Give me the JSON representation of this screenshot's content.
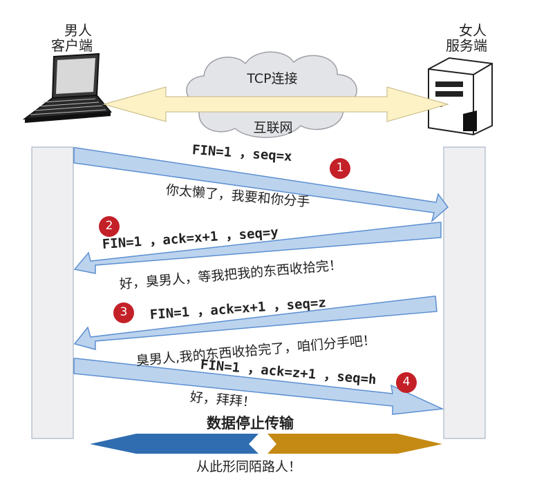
{
  "client": {
    "role": "男人",
    "name": "客户端"
  },
  "server": {
    "role": "女人",
    "name": "服务端"
  },
  "cloud": {
    "label": "TCP连接",
    "sublabel": "互联网"
  },
  "steps": [
    {
      "number": "1",
      "signal": "FIN=1 ，seq=x",
      "message": "你太懒了，我要和你分手"
    },
    {
      "number": "2",
      "signal": "FIN=1 ，ack=x+1 ，seq=y",
      "message": "好，臭男人，等我把我的东西收拾完！"
    },
    {
      "number": "3",
      "signal": "FIN=1 ，ack=x+1 ，seq=z",
      "message": "臭男人,我的东西收拾完了，咱们分手吧！"
    },
    {
      "number": "4",
      "signal": "FIN=1 ，ack=z+1 ，seq=h",
      "message": "好，拜拜！"
    }
  ],
  "footer": {
    "title": "数据停止传输",
    "caption": "从此形同陌路人！"
  },
  "colors": {
    "arrow_fill": "#bcd3ee",
    "arrow_stroke": "#5b8fd0",
    "badge": "#c42028",
    "timeline": "#efeff1",
    "left_split": "#2f6db0",
    "right_split": "#c58a14",
    "connection_arrow": "#fdf2c6"
  }
}
